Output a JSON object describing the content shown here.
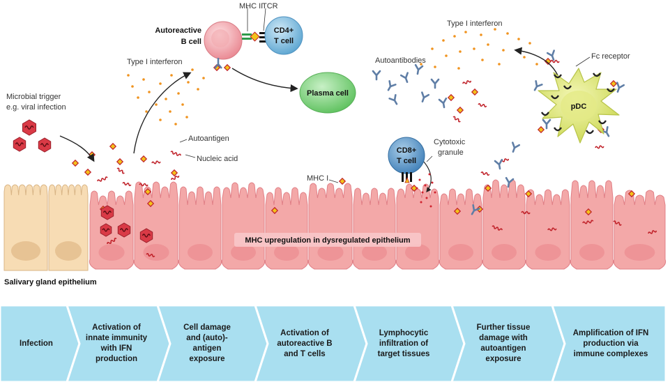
{
  "labels": {
    "microbial_trigger": "Microbial trigger",
    "viral_infection": "e.g. viral infection",
    "type1_ifn_left": "Type I interferon",
    "autoreactive_b1": "Autoreactive",
    "autoreactive_b2": "B cell",
    "mhc_ii": "MHC II",
    "tcr": "TCR",
    "cd4_1": "CD4+",
    "cd4_2": "T cell",
    "plasma_cell": "Plasma cell",
    "autoantibodies": "Autoantibodies",
    "type1_ifn_right": "Type I interferon",
    "fc_receptor": "Fc receptor",
    "pdc": "pDC",
    "autoantigen": "Autoantigen",
    "nucleic_acid": "Nucleic acid",
    "mhc_i": "MHC I",
    "cd8_1": "CD8+",
    "cd8_2": "T cell",
    "cytotoxic_1": "Cytotoxic",
    "cytotoxic_2": "granule",
    "mhc_upregulation": "MHC upregulation in dysregulated epithelium",
    "salivary_gland": "Salivary gland epithelium"
  },
  "steps": [
    "Infection",
    "Activation of\ninnate immunity\nwith IFN production",
    "Cell damage\nand (auto)-antigen\nexposure",
    "Activation of\nautoreactive B\nand T cells",
    "Lymphocytic\ninfiltration of\ntarget tissues",
    "Further tissue\ndamage with\nautoantigen exposure",
    "Amplification of IFN\nproduction via\nimmune complexes"
  ],
  "colors": {
    "healthy_cell": "#f7dcb4",
    "inflamed_cell": "#f3a8a8",
    "b_cell": "#f09aa0",
    "t_cell": "#7db9dc",
    "plasma_cell": "#7fd17f",
    "pdc": "#d9e36a",
    "ifn_dot": "#f0931f",
    "antigen": "#f3c21b",
    "antibody": "#5f7ea6",
    "nucleic_acid": "#c0222a",
    "virus": "#d93a46",
    "step_band": "#a9dff0"
  }
}
